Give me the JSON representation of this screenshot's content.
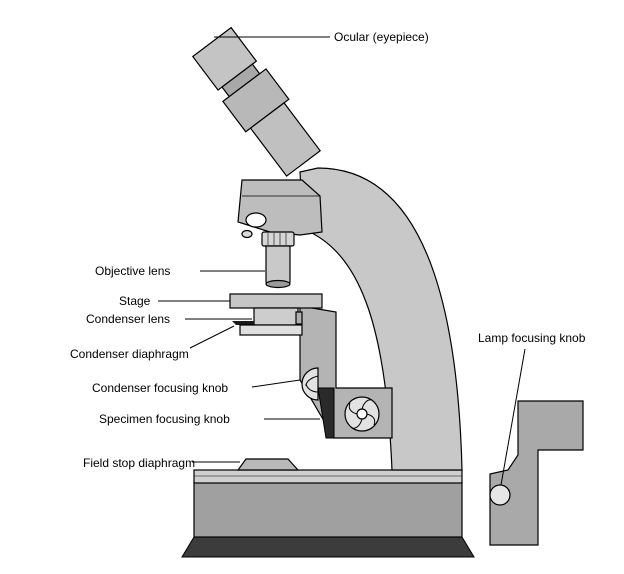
{
  "labels": {
    "ocular": "Ocular (eyepiece)",
    "objective_lens": "Objective lens",
    "stage": "Stage",
    "condenser_lens": "Condenser lens",
    "condenser_diaphragm": "Condenser diaphragm",
    "condenser_focusing_knob": "Condenser focusing knob",
    "specimen_focusing_knob": "Specimen focusing knob",
    "field_stop_diaphragm": "Field stop diaphragm",
    "lamp_focusing_knob": "Lamp focusing knob"
  },
  "colors": {
    "body_light": "#c8c8c8",
    "body_mid": "#b4b4b4",
    "body_dark": "#8c8c8c",
    "base_front": "#a0a0a0",
    "foot": "#3c3c3c",
    "outline": "#000000"
  }
}
